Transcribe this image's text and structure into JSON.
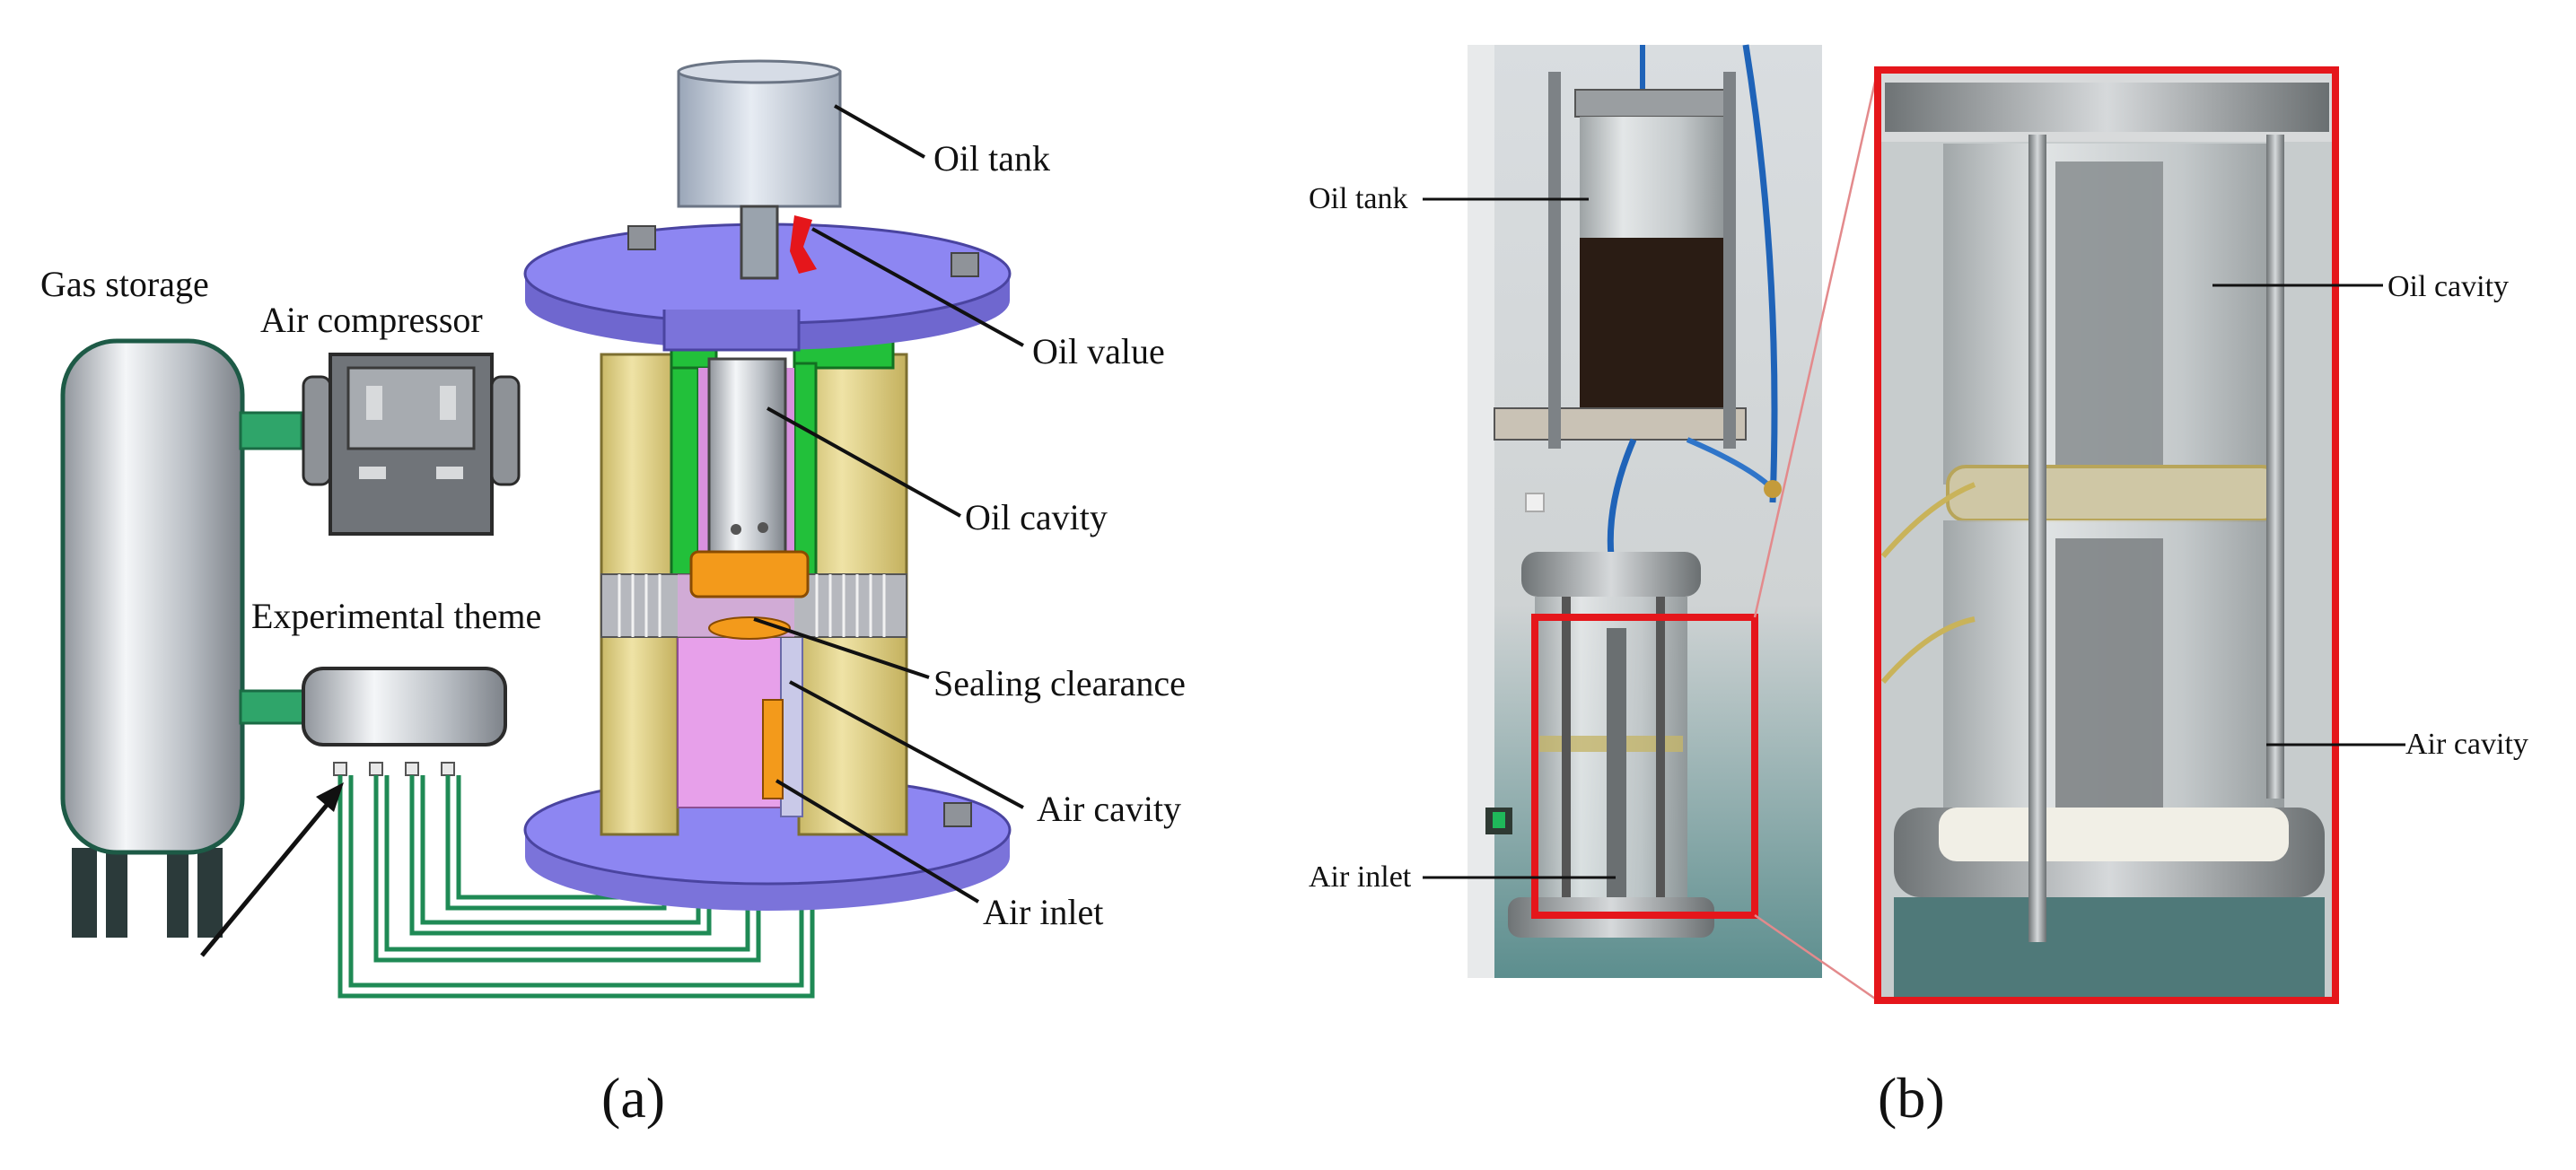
{
  "panel_a": {
    "caption": "(a)",
    "labels": {
      "oil_tank": "Oil tank",
      "gas_storage": "Gas storage",
      "air_compressor": "Air compressor",
      "oil_value": "Oil value",
      "oil_cavity": "Oil cavity",
      "experimental_theme": "Experimental theme",
      "sealing_clearance": "Sealing clearance",
      "air_cavity": "Air cavity",
      "air_inlet": "Air inlet"
    }
  },
  "panel_b": {
    "caption": "(b)",
    "labels": {
      "oil_tank": "Oil tank",
      "air_inlet": "Air inlet",
      "oil_cavity": "Oil cavity",
      "air_cavity": "Air cavity"
    }
  },
  "colors": {
    "purple_flange": "#8d86f2",
    "yellow_shell": "#e6d78e",
    "green_liner": "#22c03a",
    "pink_cavity": "#e7a0ea",
    "orange_part": "#f39a1b",
    "pipe_green": "#1f8a55",
    "highlight_red": "#e5161b"
  }
}
